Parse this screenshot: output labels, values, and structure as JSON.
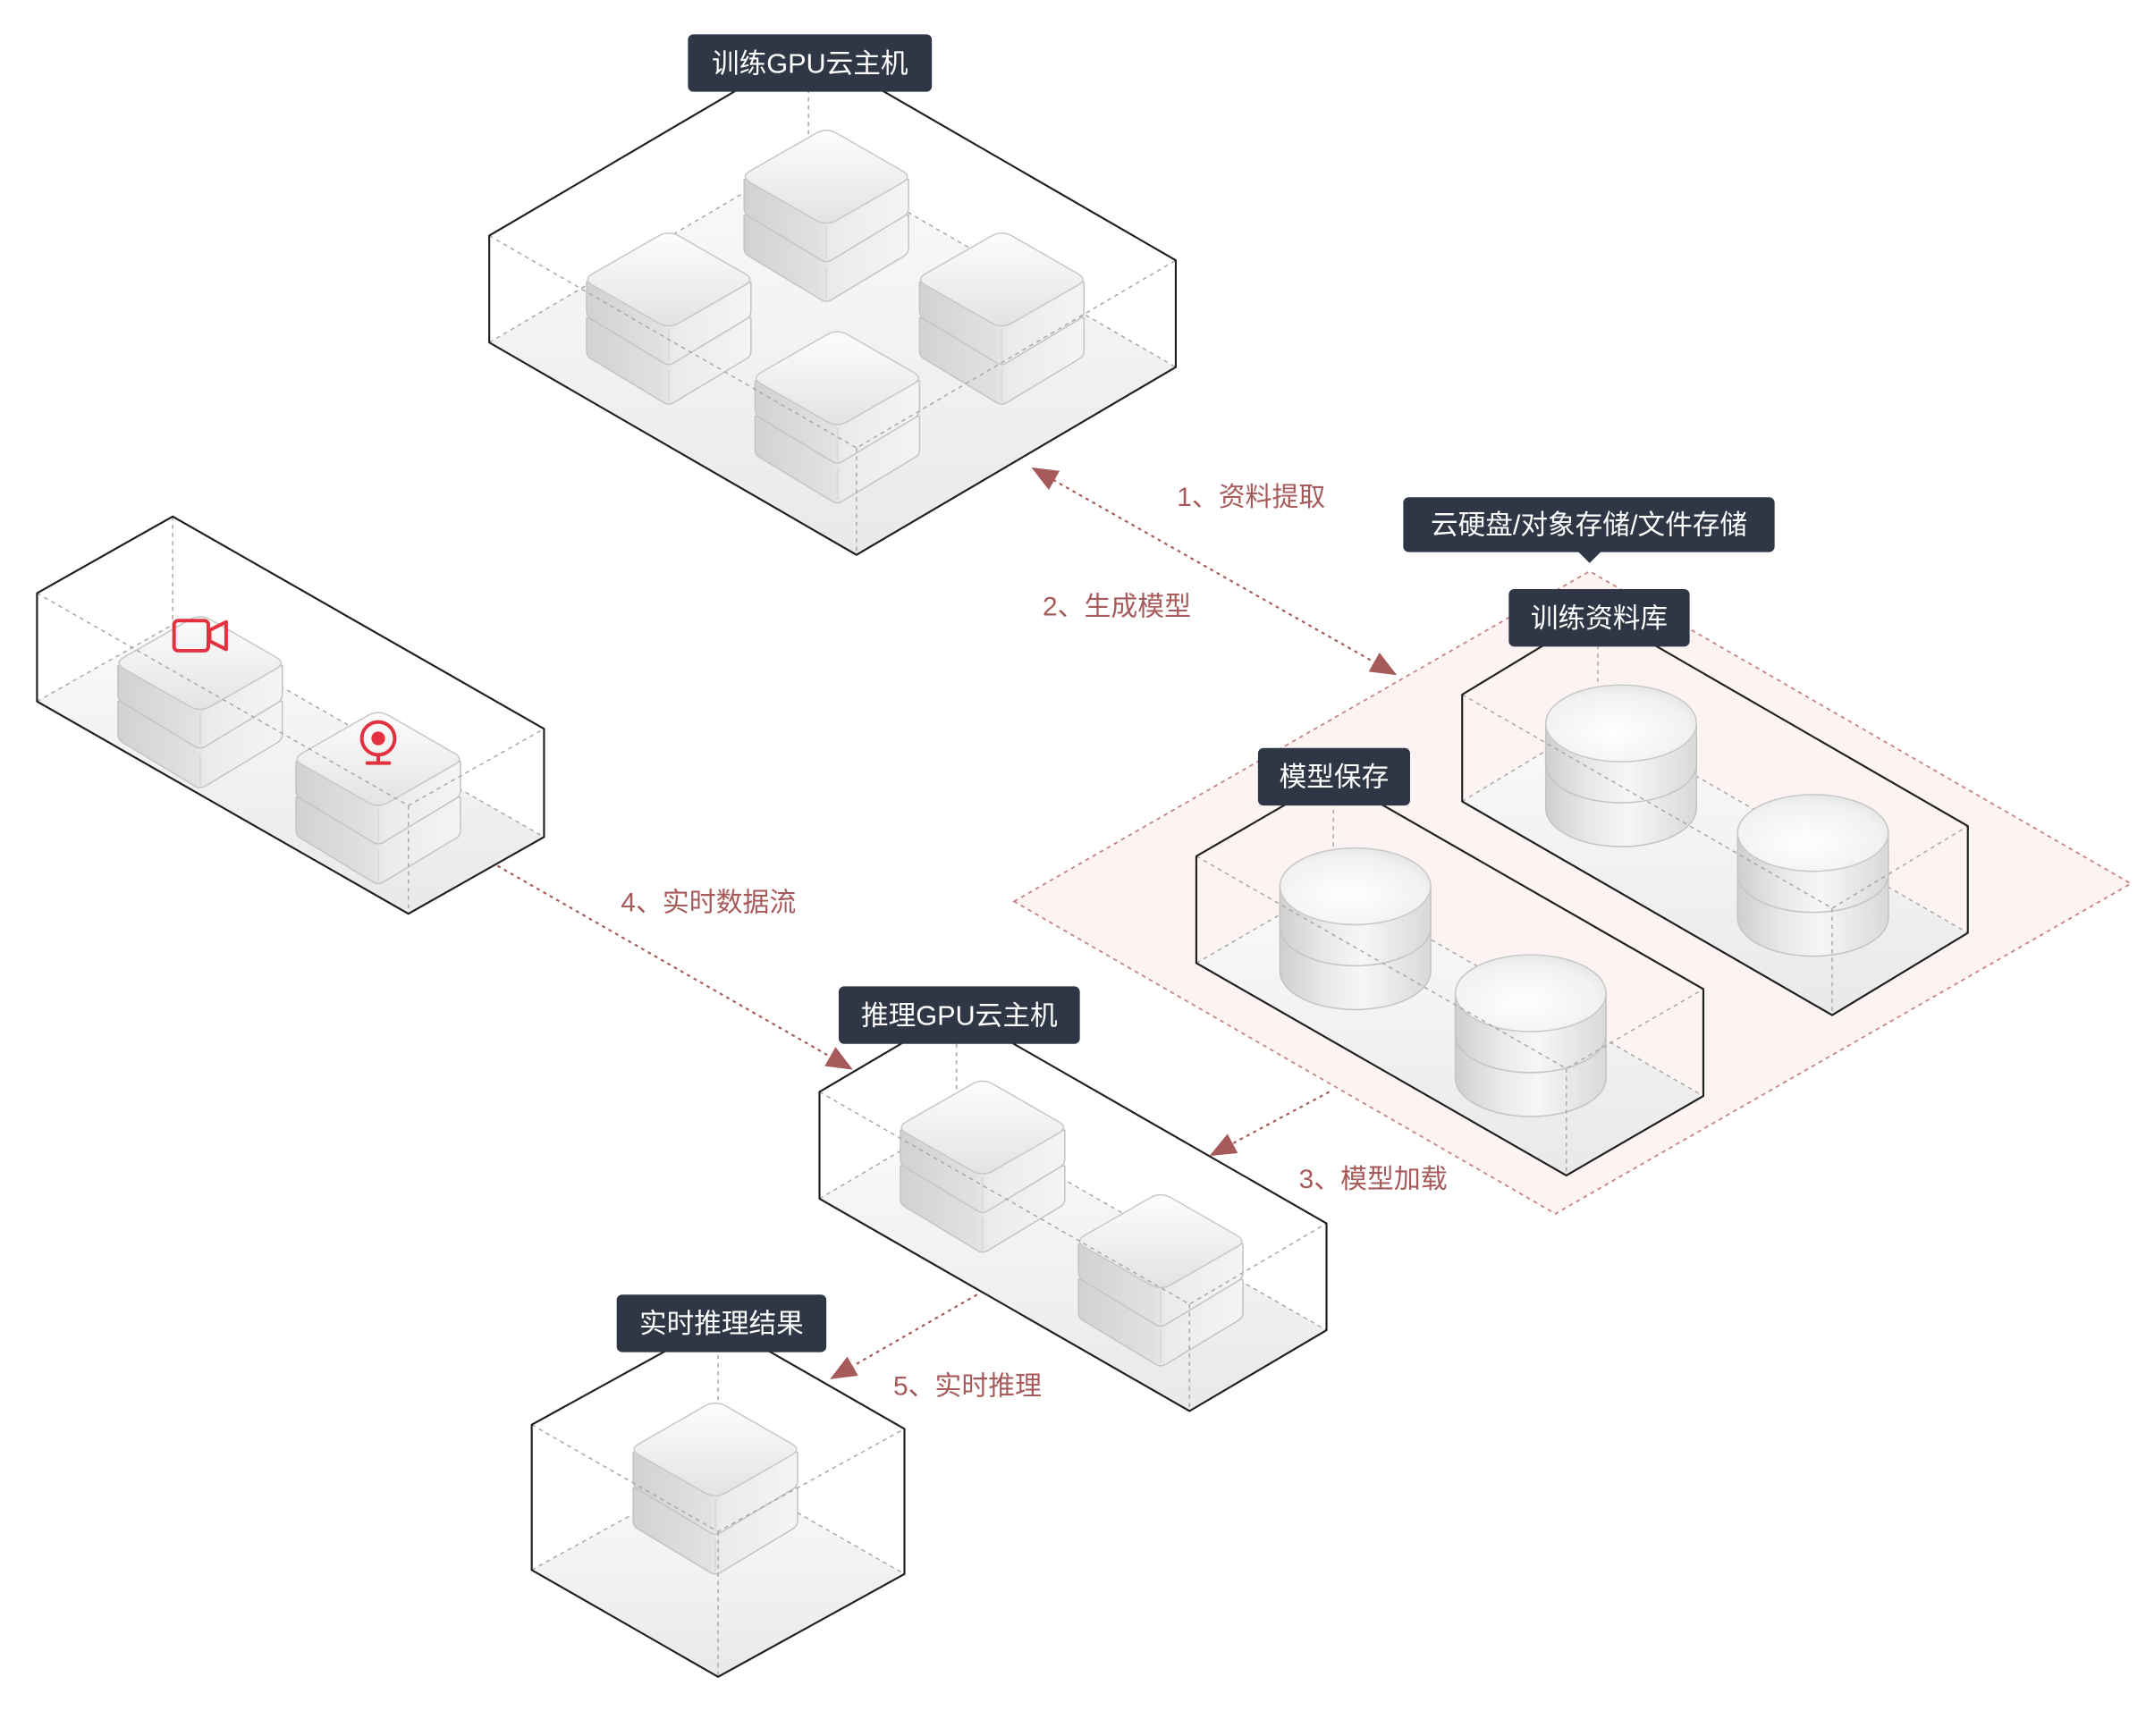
{
  "labels": {
    "training_gpu": "训练GPU云主机",
    "storage": "云硬盘/对象存储/文件存储",
    "training_data": "训练资料库",
    "model_save": "模型保存",
    "inference_gpu": "推理GPU云主机",
    "inference_result": "实时推理结果"
  },
  "flows": {
    "step1": "1、资料提取",
    "step2": "2、生成模型",
    "step3": "3、模型加载",
    "step4": "4、实时数据流",
    "step5": "5、实时推理"
  },
  "icons": {
    "camera": "video-camera-icon",
    "webcam": "webcam-icon"
  },
  "colors": {
    "label_bg": "#2f3746",
    "flow": "#a65a5a",
    "icon": "#e3313f",
    "storage_zone": "#fdf3f2",
    "storage_zone_border": "#c98585"
  }
}
